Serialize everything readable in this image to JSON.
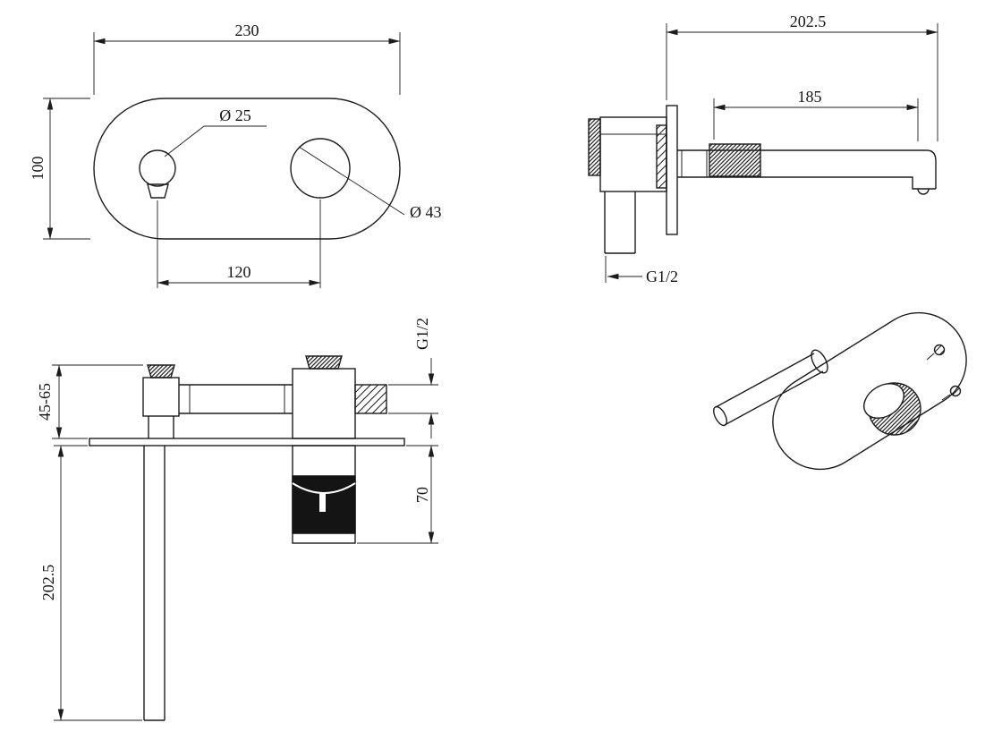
{
  "page": {
    "background": "#ffffff",
    "ink": "#1c1c1c"
  },
  "front_view": {
    "plate_width_mm": "230",
    "plate_height_mm": "100",
    "hole_spacing_mm": "120",
    "handle_hole_dia": "Ø 25",
    "spout_hole_dia": "Ø 43"
  },
  "side_view": {
    "overall_reach_mm": "202.5",
    "spout_reach_mm": "185",
    "inlet_thread": "G1/2"
  },
  "rear_view": {
    "outlet_thread": "G1/2",
    "mount_depth_range_mm": "45-65",
    "valve_body_length_mm": "70",
    "drop_tube_length_mm": "202.5"
  }
}
